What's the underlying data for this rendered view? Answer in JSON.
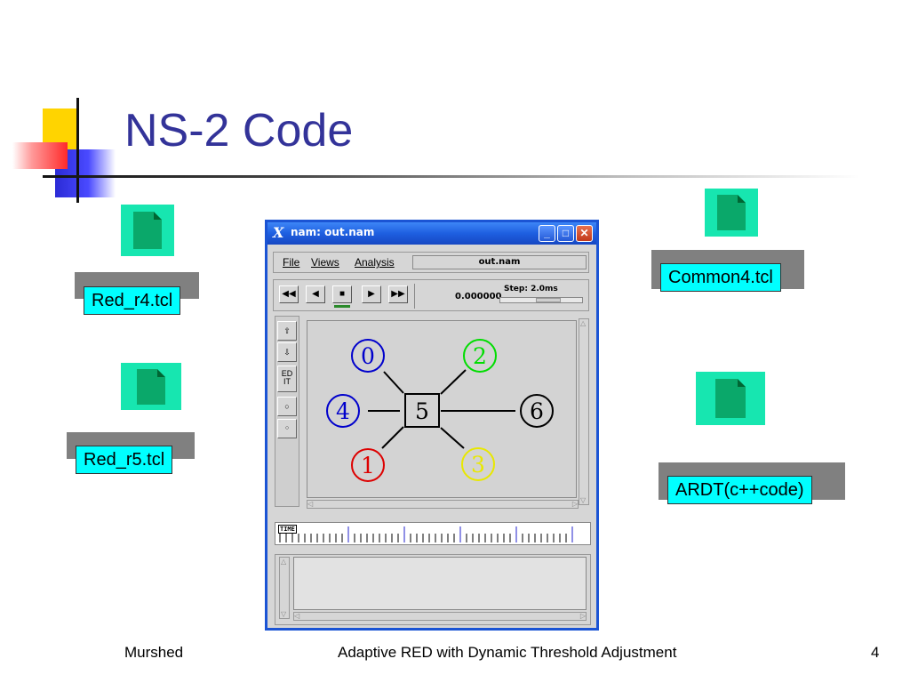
{
  "slide": {
    "title": "NS-2 Code"
  },
  "files": [
    {
      "label": "Red_r4.tcl"
    },
    {
      "label": "Red_r5.tcl"
    },
    {
      "label": "Common4.tcl"
    },
    {
      "label": "ARDT(c++code)"
    }
  ],
  "nam_window": {
    "title": "nam: out.nam",
    "menu": [
      "File",
      "Views",
      "Analysis"
    ],
    "file_field": "out.nam",
    "time_value": "0.000000",
    "step_label": "Step: 2.0ms",
    "tool_edit_label": "ED\nIT",
    "timeline_label": "TIME",
    "topology": {
      "nodes": [
        {
          "id": "0",
          "color": "#0000cc"
        },
        {
          "id": "2",
          "color": "#00dd00"
        },
        {
          "id": "4",
          "color": "#0000cc"
        },
        {
          "id": "5",
          "color": "#000000"
        },
        {
          "id": "6",
          "color": "#000000"
        },
        {
          "id": "1",
          "color": "#dd0000"
        },
        {
          "id": "3",
          "color": "#e8e800"
        }
      ]
    }
  },
  "footer": {
    "author": "Murshed",
    "subtitle": "Adaptive RED with Dynamic Threshold Adjustment",
    "page": "4"
  },
  "colors": {
    "title": "#333399",
    "label_bg": "#00ffff",
    "icon": "#17e6b0",
    "xp_titlebar": "#1e5fe0"
  }
}
